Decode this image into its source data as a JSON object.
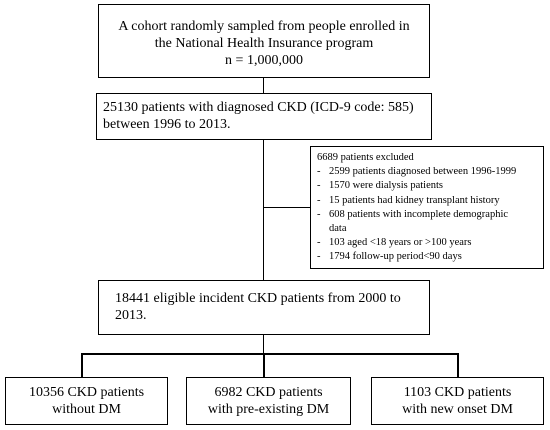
{
  "cohort_box": {
    "lines": [
      "A cohort randomly  sampled from people enrolled in",
      "the National Health Insurance program",
      "n = 1,000,000"
    ]
  },
  "ckd_box": {
    "lines": [
      "25130 patients with diagnosed CKD (ICD-9 code: 585)",
      "between 1996 to 2013."
    ]
  },
  "excluded_box": {
    "title": "6689  patients excluded",
    "items": [
      "2599  patients diagnosed between 1996-1999",
      "1570  were dialysis patients",
      "15 patients had kidney transplant history",
      "608 patients with incomplete demographic data",
      "103  aged <18 years or >100  years",
      "1794  follow-up period<90 days"
    ],
    "bullet": "-"
  },
  "eligible_box": {
    "lines": [
      "18441 eligible incident  CKD patients from 2000 to",
      "2013."
    ]
  },
  "groups": [
    {
      "lines": [
        "10356 CKD patients",
        "without  DM"
      ]
    },
    {
      "lines": [
        "6982 CKD patients",
        "with pre-existing DM"
      ]
    },
    {
      "lines": [
        "1103 CKD patients",
        "with new onset DM"
      ]
    }
  ]
}
